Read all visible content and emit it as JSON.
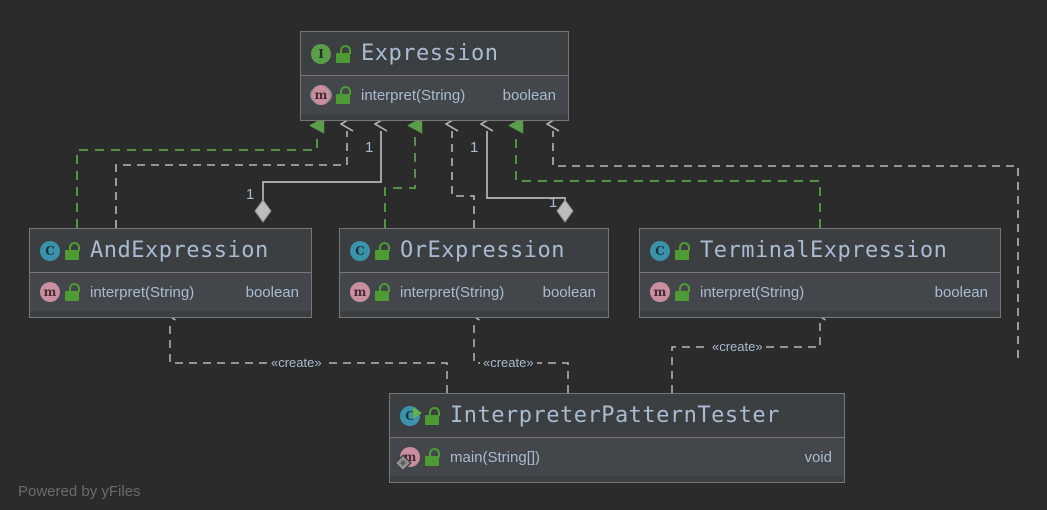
{
  "diagram": {
    "title": "Interpreter Pattern UML class diagram",
    "background_color": "#2b2b2b",
    "node_fill": "#3c3f41",
    "section_fill": "#43464a",
    "border_color": "#777777",
    "text_color": "#a9bbd0",
    "inherit_color": "#b0b0b0",
    "realize_color": "#5a9e4b",
    "watermark": "Powered by yFiles"
  },
  "nodes": [
    {
      "id": "expression",
      "stereotype_icon": "interface-icon",
      "visibility_icon": "unlocked-padlock-icon",
      "name": "Expression",
      "members": [
        {
          "icon": "abstract-method-icon",
          "visibility_icon": "unlocked-padlock-icon",
          "name": "interpret(String)",
          "type": "boolean"
        }
      ]
    },
    {
      "id": "andexpression",
      "stereotype_icon": "class-icon",
      "visibility_icon": "unlocked-padlock-icon",
      "name": "AndExpression",
      "members": [
        {
          "icon": "method-icon",
          "visibility_icon": "unlocked-padlock-icon",
          "name": "interpret(String)",
          "type": "boolean"
        }
      ]
    },
    {
      "id": "orexpression",
      "stereotype_icon": "class-icon",
      "visibility_icon": "unlocked-padlock-icon",
      "name": "OrExpression",
      "members": [
        {
          "icon": "method-icon",
          "visibility_icon": "unlocked-padlock-icon",
          "name": "interpret(String)",
          "type": "boolean"
        }
      ]
    },
    {
      "id": "terminalexpression",
      "stereotype_icon": "class-icon",
      "visibility_icon": "unlocked-padlock-icon",
      "name": "TerminalExpression",
      "members": [
        {
          "icon": "method-icon",
          "visibility_icon": "unlocked-padlock-icon",
          "name": "interpret(String)",
          "type": "boolean"
        }
      ]
    },
    {
      "id": "interpreterpatterntester",
      "stereotype_icon": "runnable-class-icon",
      "visibility_icon": "unlocked-padlock-icon",
      "name": "InterpreterPatternTester",
      "members": [
        {
          "icon": "static-method-icon",
          "visibility_icon": "unlocked-padlock-icon",
          "name": "main(String[])",
          "type": "void"
        }
      ]
    }
  ],
  "edge_labels": {
    "mult_and_top": "1",
    "mult_and_diamond": "1",
    "mult_or_top": "1",
    "mult_or_diamond": "1",
    "create_and": "«create»",
    "create_or": "«create»",
    "create_terminal": "«create»"
  }
}
